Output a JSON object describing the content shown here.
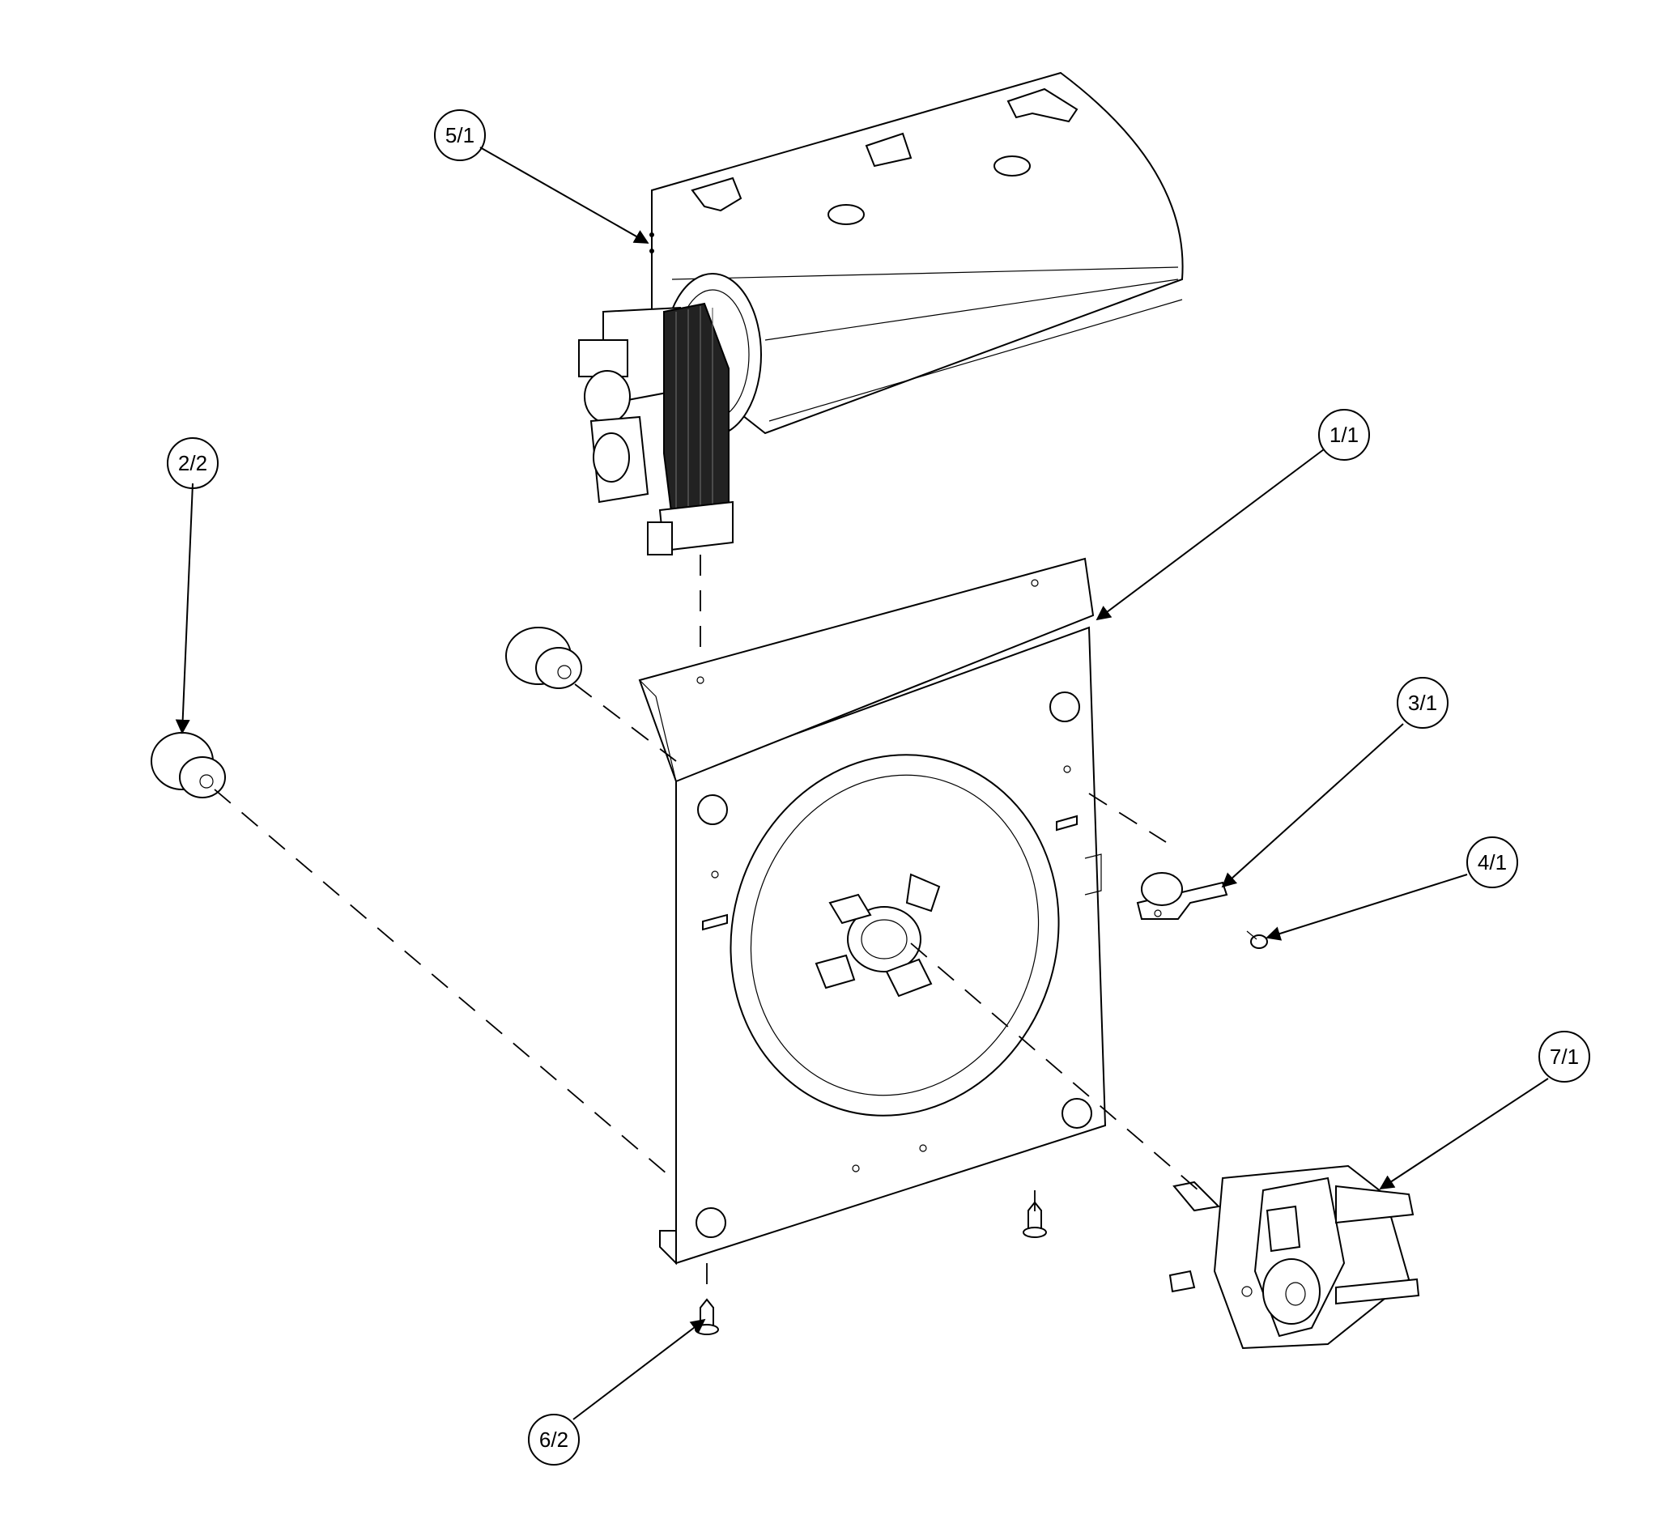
{
  "diagram": {
    "callouts": [
      {
        "id": "5-1",
        "label": "5/1"
      },
      {
        "id": "2-2",
        "label": "2/2"
      },
      {
        "id": "1-1",
        "label": "1/1"
      },
      {
        "id": "3-1",
        "label": "3/1"
      },
      {
        "id": "4-1",
        "label": "4/1"
      },
      {
        "id": "7-1",
        "label": "7/1"
      },
      {
        "id": "6-2",
        "label": "6/2"
      }
    ]
  }
}
